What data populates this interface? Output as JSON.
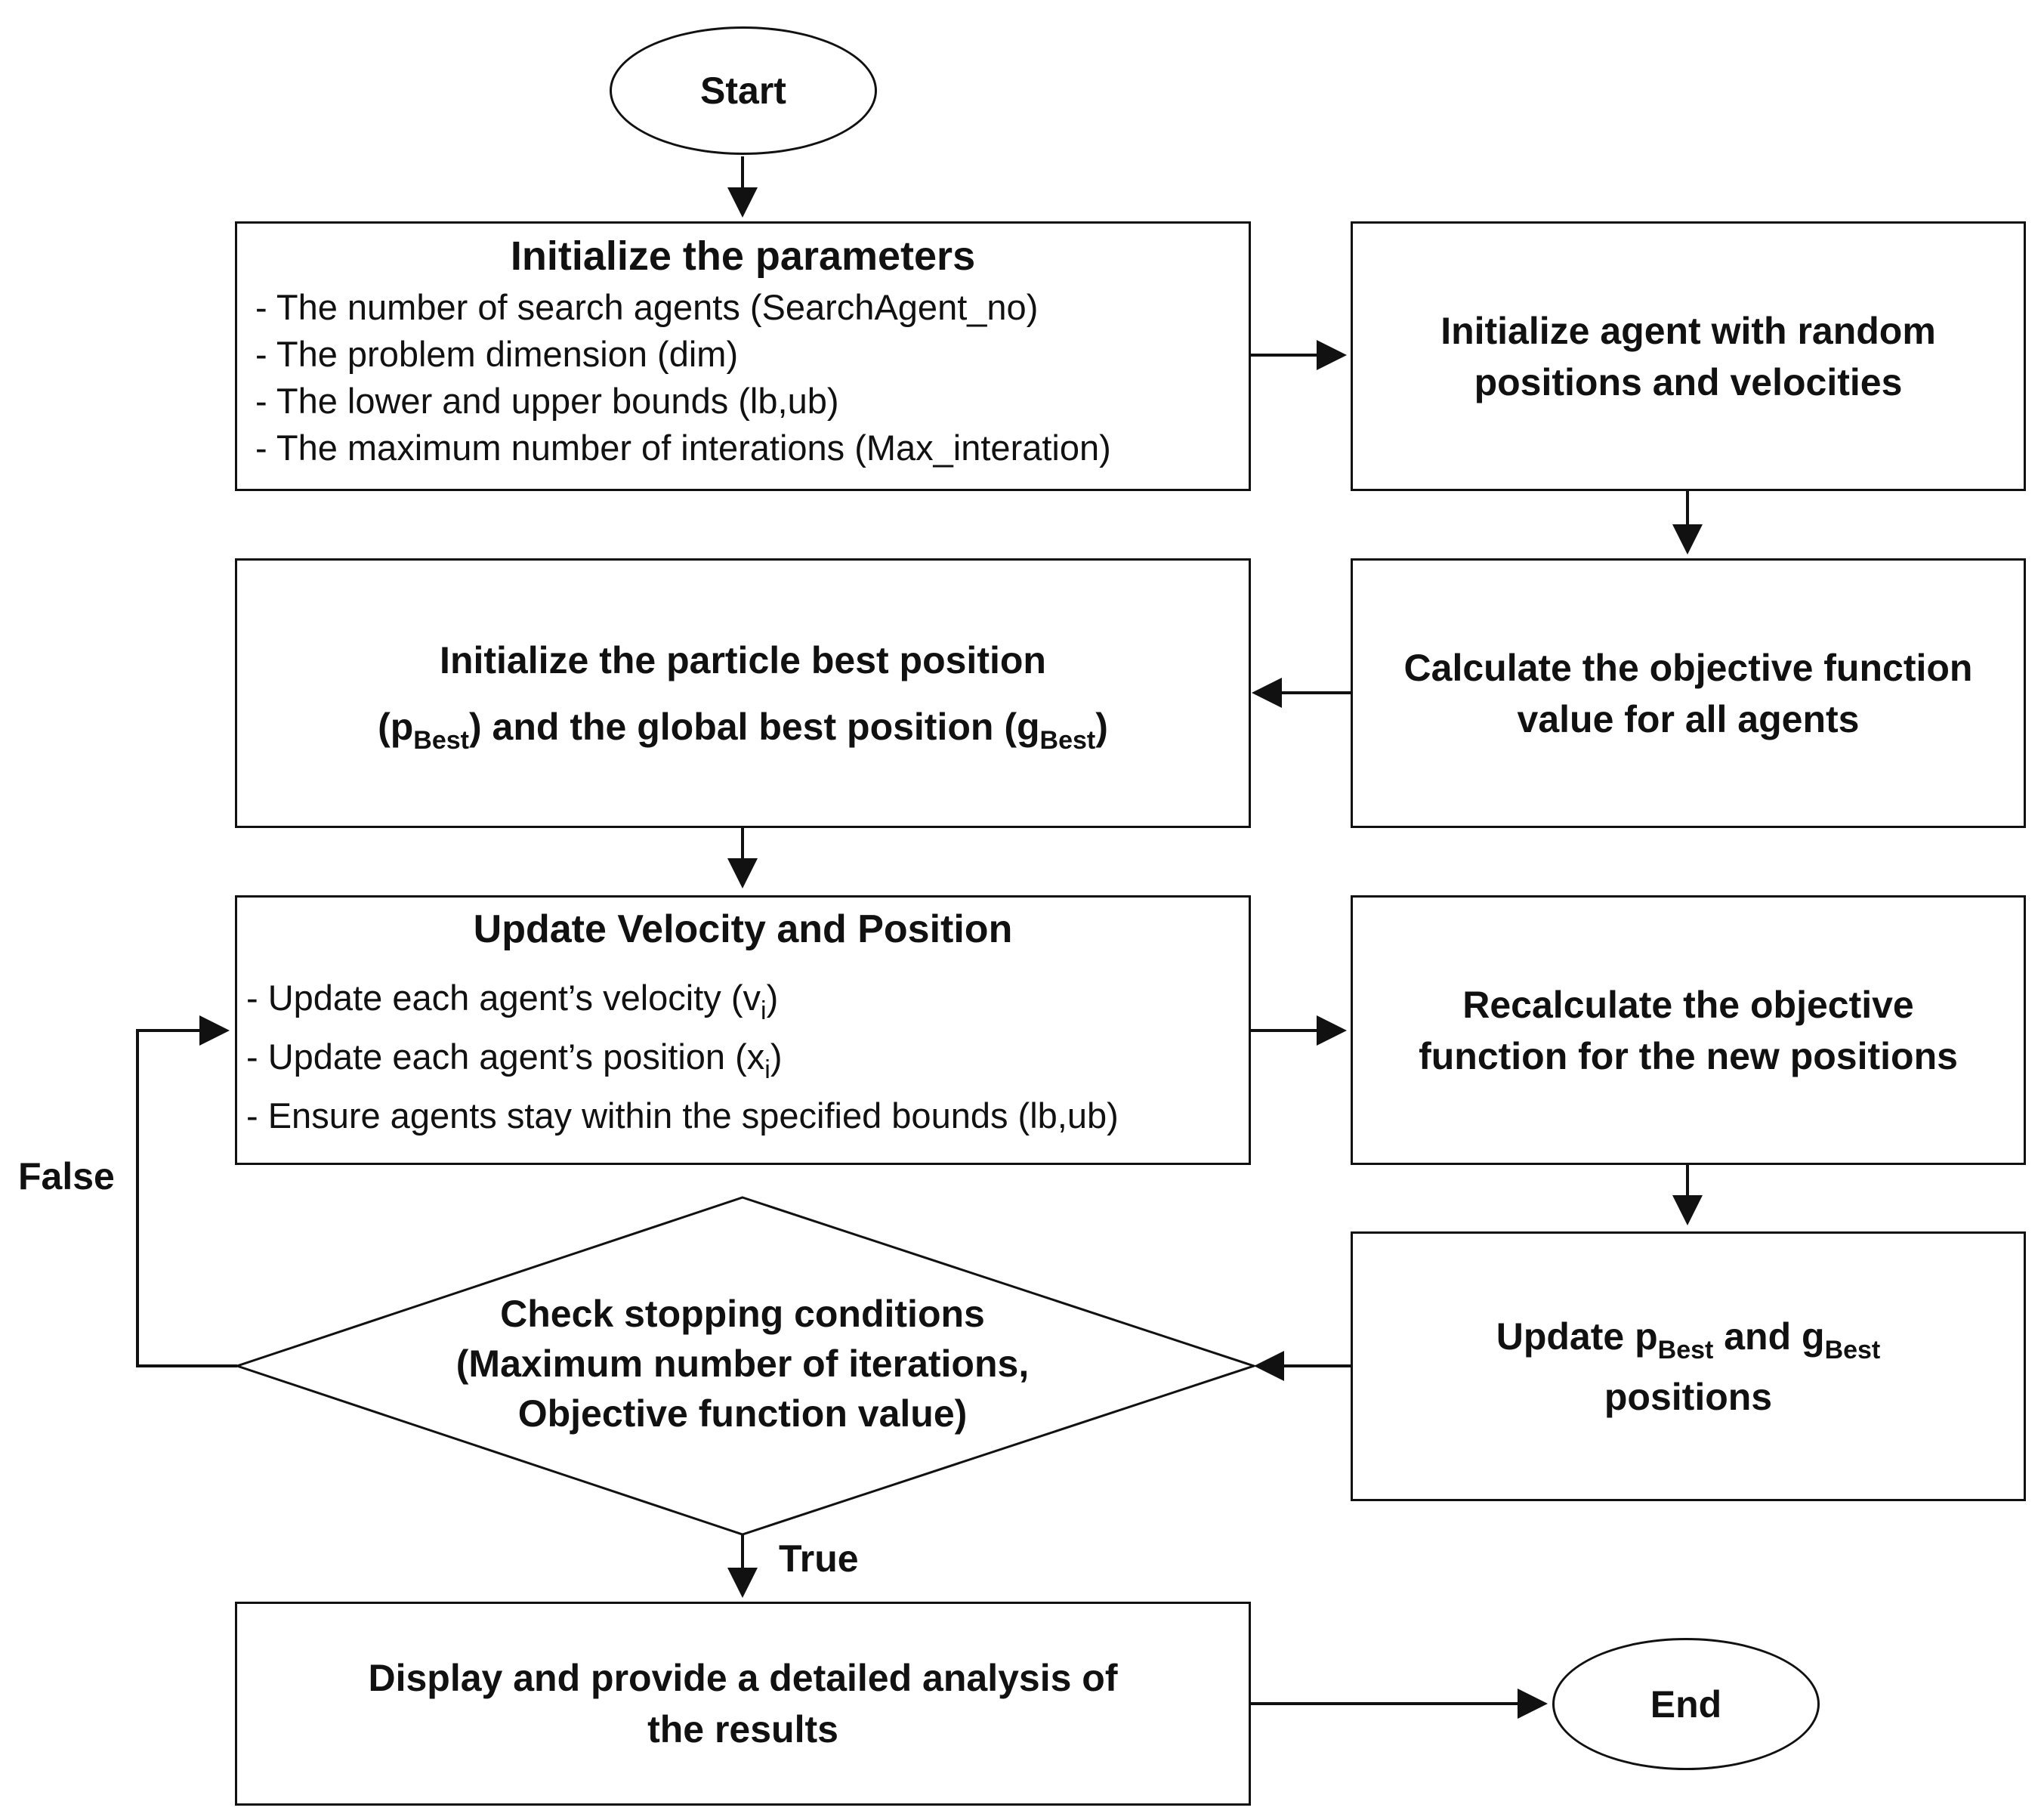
{
  "colors": {
    "line": "#111111",
    "fill": "#ffffff"
  },
  "nodes": {
    "start": "Start",
    "init_params": {
      "title": "Initialize the parameters",
      "items": [
        "- The number of search agents (SearchAgent_no)",
        "- The problem dimension (dim)",
        "- The lower and upper bounds (lb,ub)",
        "- The maximum number of interations (Max_interation)"
      ]
    },
    "init_agents": [
      "Initialize agent with random",
      "positions and velocities"
    ],
    "calc_objective": [
      "Calculate the objective function",
      "value for all agents"
    ],
    "init_best": {
      "line1": "Initialize the particle best position",
      "p_open": "(p",
      "p_sub": "Best",
      "mid": ") and the global best position (g",
      "g_sub": "Best",
      "close": ")"
    },
    "update": {
      "title": "Update Velocity and Position",
      "item1_text": "- Update each agent’s velocity (v",
      "item1_sub": "i",
      "item1_close": ")",
      "item2_text": "- Update each agent’s position (x",
      "item2_sub": "i",
      "item2_close": ")",
      "item3": "- Ensure agents stay within the specified bounds (lb,ub)"
    },
    "recalc": [
      "Recalculate the objective",
      "function for the new positions"
    ],
    "update_best": {
      "pre": "Update p",
      "p_sub": "Best",
      "mid": " and g",
      "g_sub": "Best",
      "line2": "positions"
    },
    "decision": [
      "Check stopping conditions",
      "(Maximum number of iterations,",
      "Objective function value)"
    ],
    "display": [
      "Display and provide a detailed analysis of",
      "the results"
    ],
    "end": "End"
  },
  "edge_labels": {
    "false": "False",
    "true": "True"
  }
}
